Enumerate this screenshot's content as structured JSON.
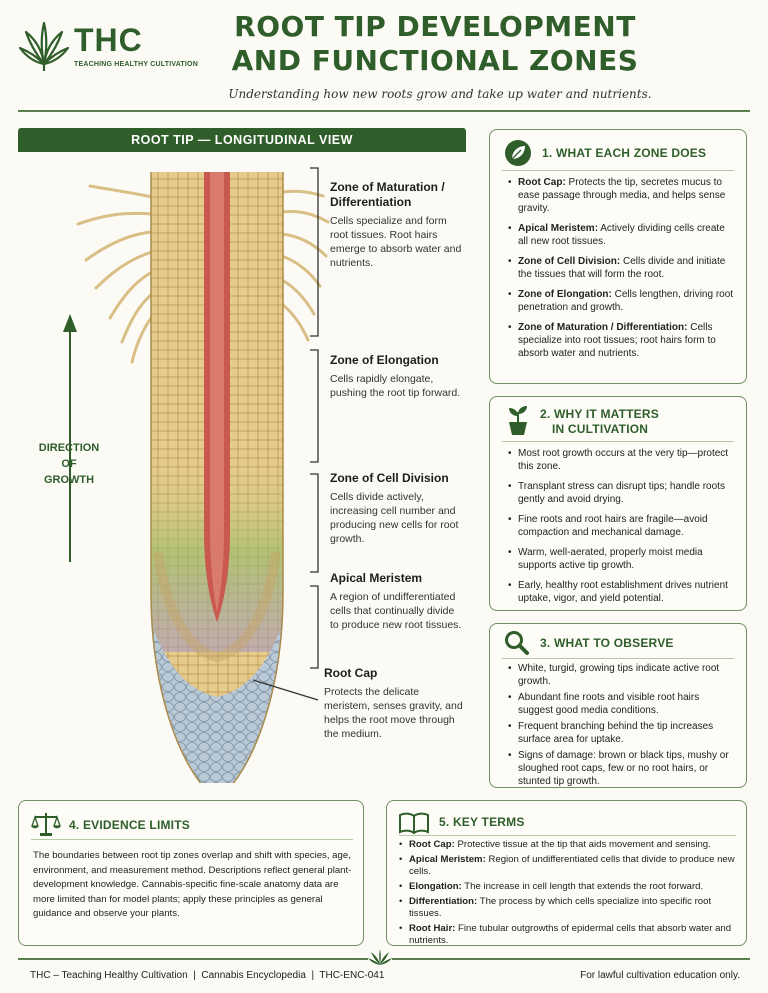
{
  "header": {
    "logo_text": "THC",
    "logo_subtitle": "TEACHING HEALTHY CULTIVATION",
    "title_line1": "ROOT TIP DEVELOPMENT",
    "title_line2": "AND FUNCTIONAL ZONES",
    "subtitle": "Understanding how new roots grow and take up water and nutrients."
  },
  "diagram": {
    "banner": "ROOT TIP — LONGITUDINAL VIEW",
    "direction": [
      "DIRECTION",
      "OF",
      "GROWTH"
    ],
    "zones": [
      {
        "title": "Zone of Maturation / Differentiation",
        "desc": "Cells specialize and form root tissues. Root hairs emerge to absorb water and nutrients."
      },
      {
        "title": "Zone of Elongation",
        "desc": "Cells rapidly elongate, pushing the root tip forward."
      },
      {
        "title": "Zone of Cell Division",
        "desc": "Cells divide actively, increasing cell number and producing new cells for root growth."
      },
      {
        "title": "Apical Meristem",
        "desc": "A region of undifferentiated cells that continually divide to produce new root tissues."
      },
      {
        "title": "Root Cap",
        "desc": "Protects the delicate meristem, senses gravity, and helps the root move through the medium."
      }
    ],
    "colors": {
      "stele": "#c9584e",
      "cortex": "#e3c98a",
      "cap": "#a9bccb",
      "division": "#8fb36a"
    }
  },
  "section1": {
    "title": "1. WHAT EACH ZONE DOES",
    "items": [
      {
        "term": "Root Cap:",
        "text": " Protects the tip, secretes mucus to ease passage through media, and helps sense gravity."
      },
      {
        "term": "Apical Meristem:",
        "text": " Actively dividing cells create all new root tissues."
      },
      {
        "term": "Zone of Cell Division:",
        "text": " Cells divide and initiate the tissues that will form the root."
      },
      {
        "term": "Zone of Elongation:",
        "text": " Cells lengthen, driving root penetration and growth."
      },
      {
        "term": "Zone of Maturation / Differentiation:",
        "text": " Cells specialize into root tissues; root hairs form to absorb water and nutrients."
      }
    ]
  },
  "section2": {
    "title_line1": "2. WHY IT MATTERS",
    "title_line2": "IN CULTIVATION",
    "items": [
      "Most root growth occurs at the very tip—protect this zone.",
      "Transplant stress can disrupt tips; handle roots gently and avoid drying.",
      "Fine roots and root hairs are fragile—avoid compaction and mechanical damage.",
      "Warm, well-aerated, properly moist media supports active tip growth.",
      "Early, healthy root establishment drives nutrient uptake, vigor, and yield potential."
    ]
  },
  "section3": {
    "title": "3. WHAT TO OBSERVE",
    "items": [
      "White, turgid, growing tips indicate active root growth.",
      "Abundant fine roots and visible root hairs suggest good media conditions.",
      "Frequent branching behind the tip increases surface area for uptake.",
      "Signs of damage: brown or black tips, mushy or sloughed root caps, few or no root hairs, or stunted tip growth."
    ]
  },
  "section4": {
    "title": "4. EVIDENCE LIMITS",
    "text": "The boundaries between root tip zones overlap and shift with species, age, environment, and measurement method. Descriptions reflect general plant-development knowledge. Cannabis-specific fine-scale anatomy data are more limited than for model plants; apply these principles as general guidance and observe your plants."
  },
  "section5": {
    "title": "5. KEY TERMS",
    "items": [
      {
        "term": "Root Cap:",
        "text": " Protective tissue at the tip that aids movement and sensing."
      },
      {
        "term": "Apical Meristem:",
        "text": " Region of undifferentiated cells that divide to produce new cells."
      },
      {
        "term": "Elongation:",
        "text": " The increase in cell length that extends the root forward."
      },
      {
        "term": "Differentiation:",
        "text": " The process by which cells specialize into specific root tissues."
      },
      {
        "term": "Root Hair:",
        "text": " Fine tubular outgrowths of epidermal cells that absorb water and nutrients."
      }
    ]
  },
  "footer": {
    "left": "THC – Teaching Healthy Cultivation  |  Cannabis Encyclopedia  |  THC-ENC-041",
    "right": "For lawful cultivation education only."
  }
}
